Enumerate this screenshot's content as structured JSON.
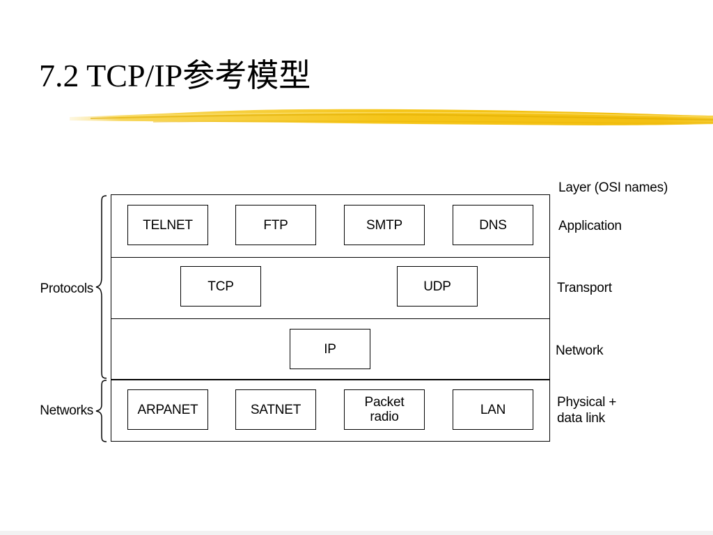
{
  "slide": {
    "title": "7.2 TCP/IP参考模型"
  },
  "diagram": {
    "layer_header": "Layer (OSI names)",
    "layers": [
      {
        "name": "Application",
        "protocols": [
          "TELNET",
          "FTP",
          "SMTP",
          "DNS"
        ]
      },
      {
        "name": "Transport",
        "protocols": [
          "TCP",
          "UDP"
        ]
      },
      {
        "name": "Network",
        "protocols": [
          "IP"
        ]
      },
      {
        "name": "Physical +",
        "name_line2": "data link",
        "protocols": [
          "ARPANET",
          "SATNET",
          "Packet",
          "LAN"
        ],
        "packet_line2": "radio"
      }
    ],
    "groups": {
      "protocols": "Protocols",
      "networks": "Networks"
    }
  },
  "colors": {
    "accent_stroke": "#f5c518",
    "line": "#000000"
  }
}
